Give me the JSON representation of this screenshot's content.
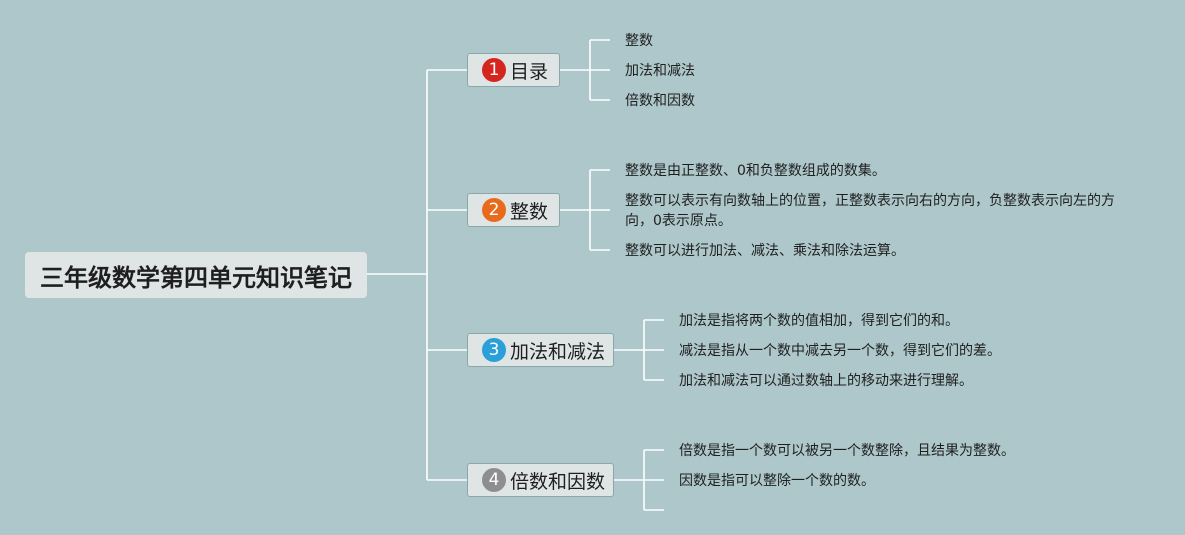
{
  "root": {
    "title": "三年级数学第四单元知识笔记"
  },
  "branches": [
    {
      "number": "1",
      "label": "目录",
      "badge_color": "#d4261f",
      "leaves": [
        "整数",
        "加法和减法",
        "倍数和因数"
      ]
    },
    {
      "number": "2",
      "label": "整数",
      "badge_color": "#e86a1c",
      "leaves": [
        "整数是由正整数、0和负整数组成的数集。",
        "整数可以表示有向数轴上的位置，正整数表示向右的方向，负整数表示向左的方向，0表示原点。",
        "整数可以进行加法、减法、乘法和除法运算。"
      ]
    },
    {
      "number": "3",
      "label": "加法和减法",
      "badge_color": "#2a9fd8",
      "leaves": [
        "加法是指将两个数的值相加，得到它们的和。",
        "减法是指从一个数中减去另一个数，得到它们的差。",
        "加法和减法可以通过数轴上的移动来进行理解。"
      ]
    },
    {
      "number": "4",
      "label": "倍数和因数",
      "badge_color": "#8e8e8e",
      "leaves": [
        "倍数是指一个数可以被另一个数整除，且结果为整数。",
        "因数是指可以整除一个数的数。",
        ""
      ]
    }
  ]
}
